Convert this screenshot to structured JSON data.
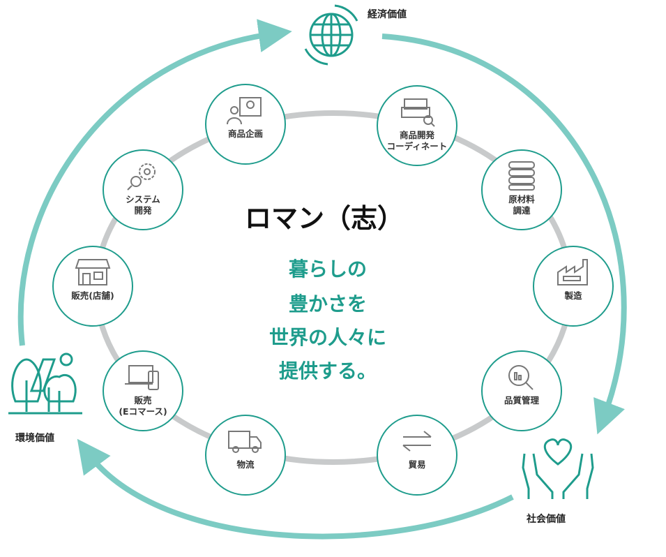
{
  "title": "ロマン（志）",
  "message": [
    "暮らしの",
    "豊かさを",
    "世界の人々に",
    "提供する。"
  ],
  "values": {
    "economic": "経済価値",
    "social": "社会価値",
    "environmental": "環境価値"
  },
  "nodes": [
    {
      "label": "商品企画",
      "icon": "idea-person-icon"
    },
    {
      "label": "商品開発\nコーディネート",
      "icon": "sofa-search-icon"
    },
    {
      "label": "原材料\n調達",
      "icon": "materials-stack-icon"
    },
    {
      "label": "製造",
      "icon": "factory-icon"
    },
    {
      "label": "品質管理",
      "icon": "magnifier-chart-icon"
    },
    {
      "label": "貿易",
      "icon": "exchange-arrows-icon"
    },
    {
      "label": "物流",
      "icon": "truck-icon"
    },
    {
      "label": "販売\n(Eコマース)",
      "icon": "laptop-phone-icon"
    },
    {
      "label": "販売(店舗)",
      "icon": "store-icon"
    },
    {
      "label": "システム\n開発",
      "icon": "gears-icon"
    }
  ],
  "colors": {
    "teal": "#1e9c8c",
    "light_teal": "#7ccbc3",
    "ring": "#c8cacb"
  }
}
